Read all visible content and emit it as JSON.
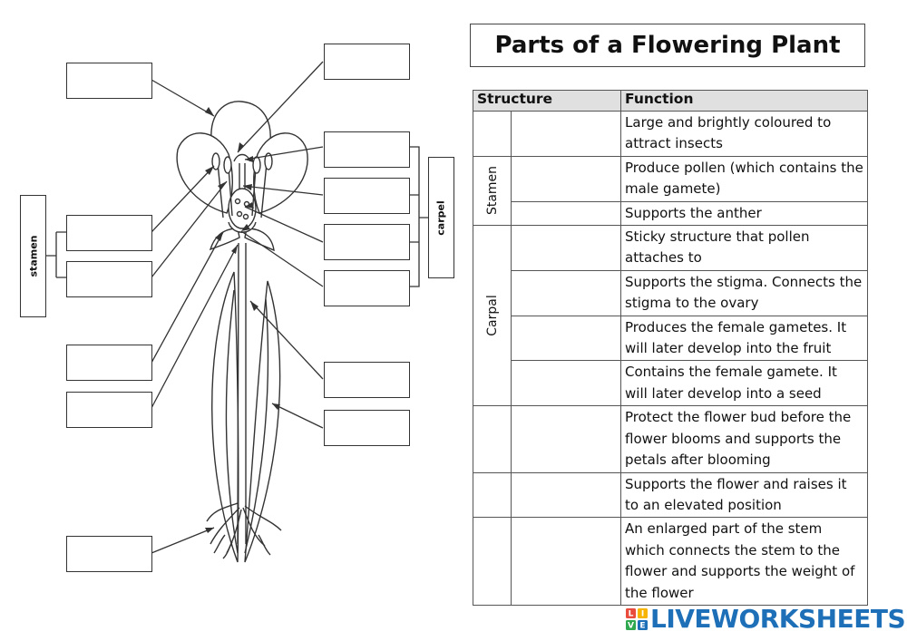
{
  "title": "Parts of a Flowering Plant",
  "diagram": {
    "stamen_tag": "stamen",
    "carpel_tag": "carpel"
  },
  "table": {
    "headers": {
      "structure": "Structure",
      "function": "Function"
    },
    "groups": {
      "stamen": "Stamen",
      "carpal": "Carpal"
    },
    "rows": [
      "Large and brightly coloured to attract insects",
      "Produce pollen (which contains the male gamete)",
      "Supports the anther",
      "Sticky structure that pollen attaches to",
      "Supports the stigma. Connects the stigma to the ovary",
      "Produces the female gametes. It will later develop into the fruit",
      "Contains the female gamete. It will later develop into a seed",
      "Protect the flower bud before the flower blooms and supports the petals after blooming",
      "Supports the flower and raises it to an elevated position",
      "An enlarged part of the stem which connects the stem to the flower and supports the weight of the flower"
    ]
  },
  "logo": {
    "brand": "LIVEWORKSHEETS",
    "icon_letters": [
      "L",
      "I",
      "V",
      "E"
    ],
    "icon_colors": [
      "#e94b3c",
      "#f7b500",
      "#2fa84f",
      "#1d6fb8"
    ]
  }
}
